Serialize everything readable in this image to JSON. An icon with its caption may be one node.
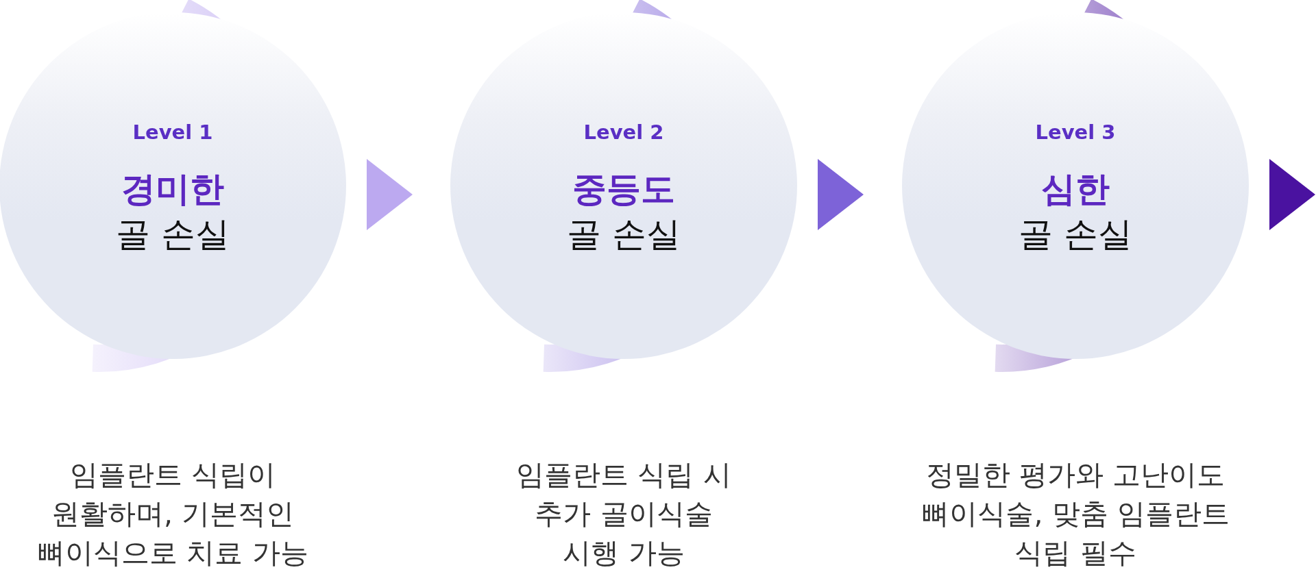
{
  "diagram": {
    "nodes": [
      {
        "text": [
          "Level 1",
          "경미한",
          "골 손실"
        ],
        "beside": [
          "임플란트 식립이 원활하며, 기본적인 뼈이식으로 치료 가능"
        ]
      },
      {
        "text": [
          "Level 2",
          "중등도",
          "골 손실"
        ],
        "beside": [
          "임플란트 식립 시 추가 골이식술 시행 가능"
        ]
      },
      {
        "text": [
          "Level 3",
          "심한",
          "골 손실"
        ],
        "beside": [
          "정밀한 평가와 고난이도 뼈이식술, 맞춤 임플란트 식립 필수"
        ]
      }
    ]
  }
}
